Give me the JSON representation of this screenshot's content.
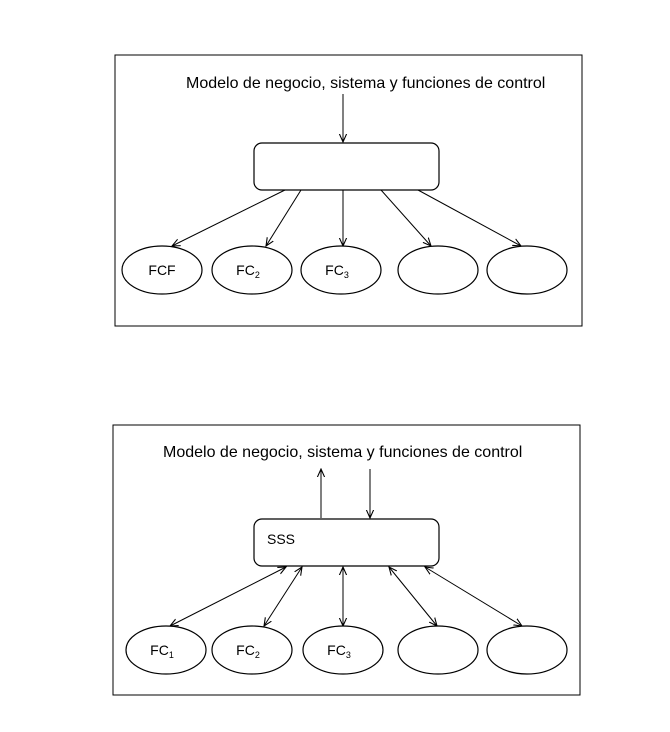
{
  "diagram1": {
    "title": "Modelo de negocio, sistema  y funciones de control",
    "box_label": "",
    "nodes": [
      {
        "label": "FCF",
        "sub": ""
      },
      {
        "label": "FC",
        "sub": "2"
      },
      {
        "label": "FC",
        "sub": "3"
      },
      {
        "label": "",
        "sub": ""
      },
      {
        "label": "",
        "sub": ""
      }
    ]
  },
  "diagram2": {
    "title": "Modelo de negocio, sistema  y funciones de control",
    "box_label": "SSS",
    "nodes": [
      {
        "label": "FC",
        "sub": "1"
      },
      {
        "label": "FC",
        "sub": "2"
      },
      {
        "label": "FC",
        "sub": "3"
      },
      {
        "label": "",
        "sub": ""
      },
      {
        "label": "",
        "sub": ""
      }
    ]
  }
}
